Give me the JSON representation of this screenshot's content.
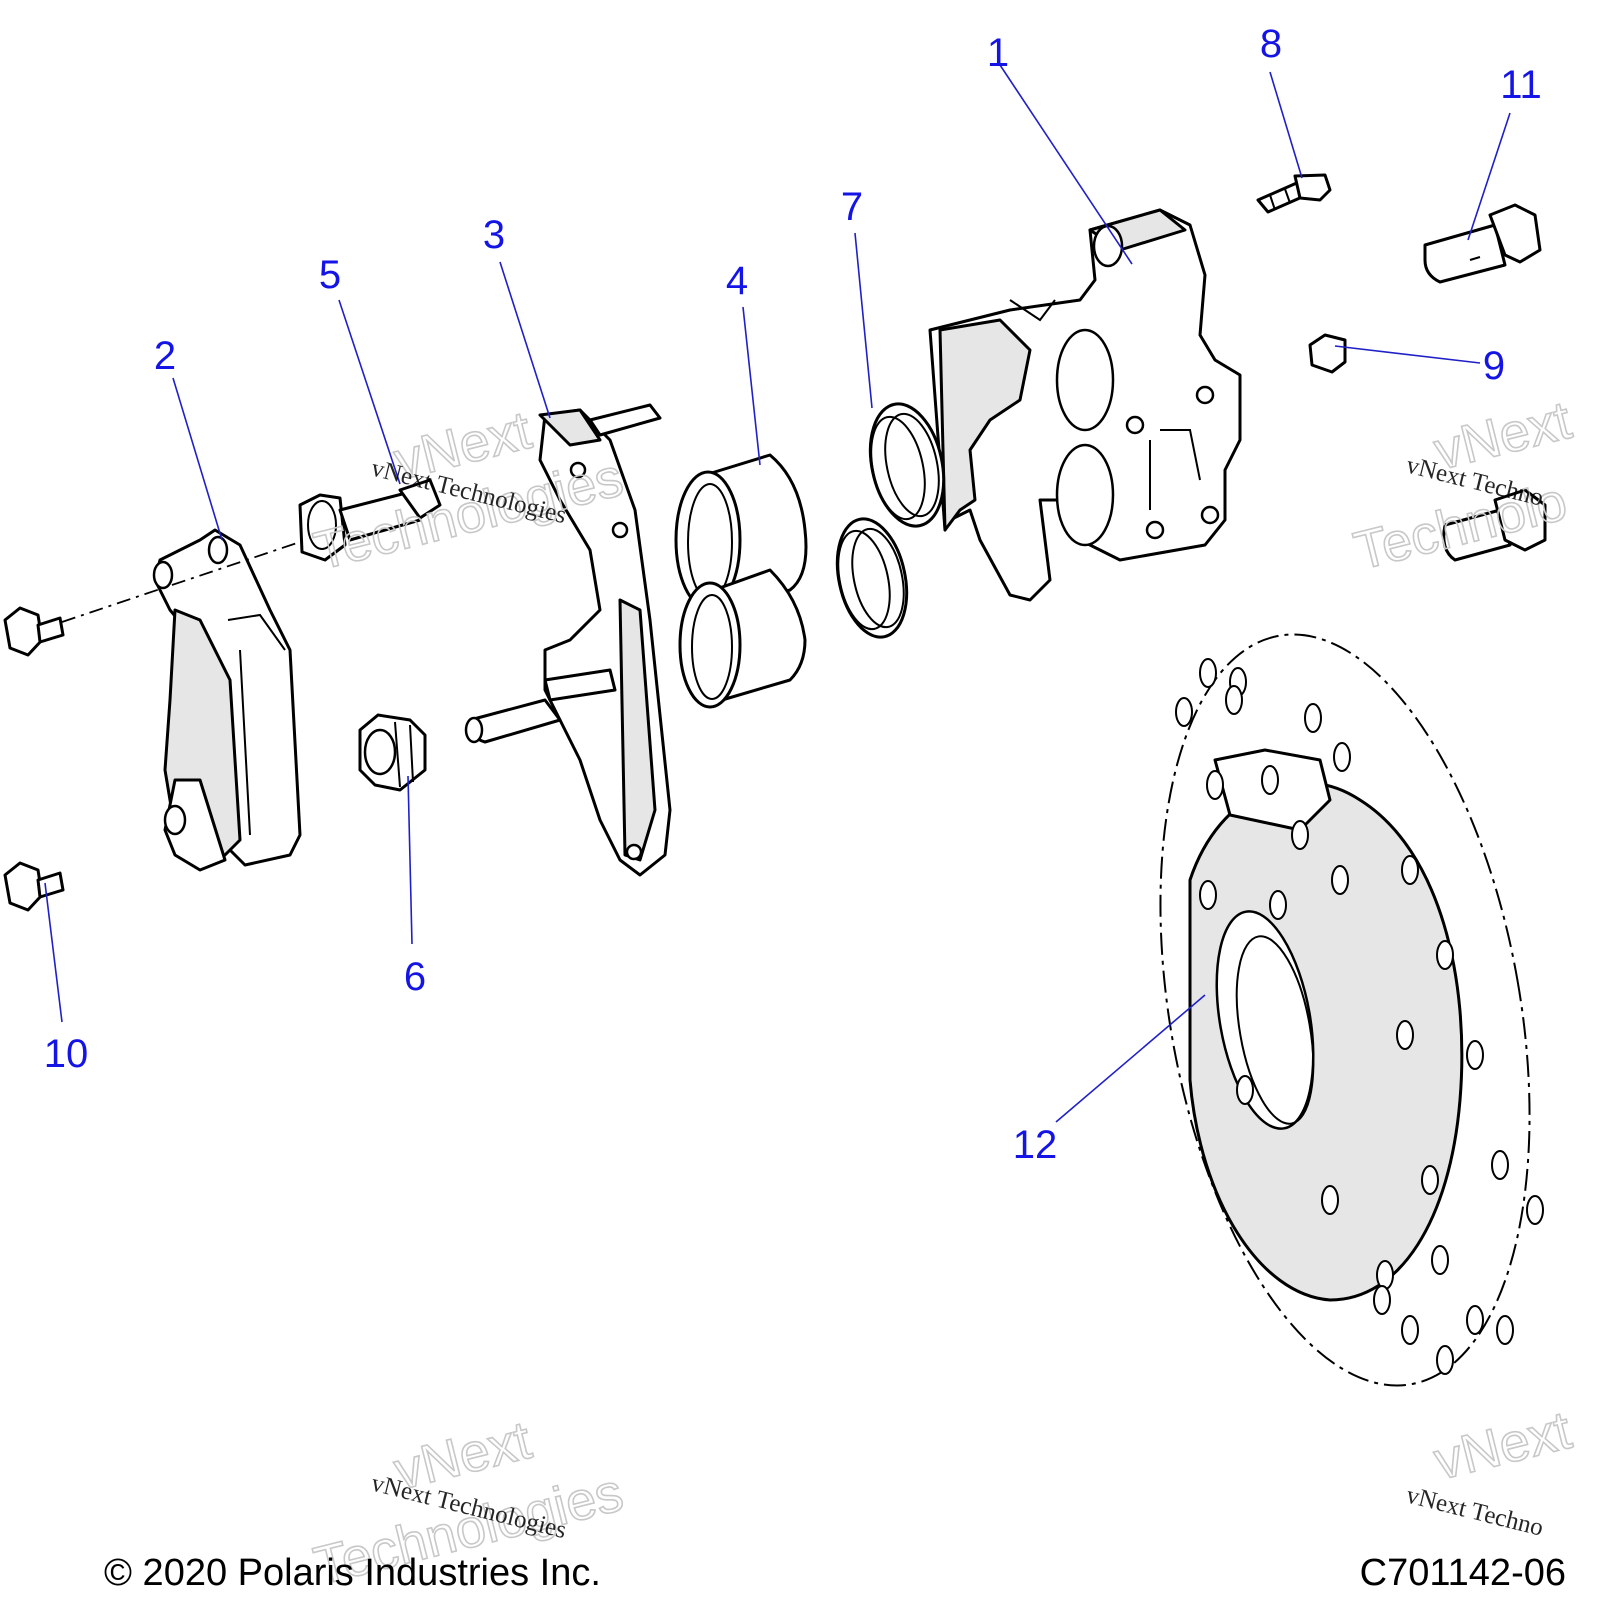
{
  "diagram": {
    "callouts": [
      {
        "id": "1",
        "label": "1"
      },
      {
        "id": "2",
        "label": "2"
      },
      {
        "id": "3",
        "label": "3"
      },
      {
        "id": "4",
        "label": "4"
      },
      {
        "id": "5",
        "label": "5"
      },
      {
        "id": "6",
        "label": "6"
      },
      {
        "id": "7",
        "label": "7"
      },
      {
        "id": "8",
        "label": "8"
      },
      {
        "id": "9",
        "label": "9"
      },
      {
        "id": "10",
        "label": "10"
      },
      {
        "id": "11",
        "label": "11"
      },
      {
        "id": "12",
        "label": "12"
      }
    ],
    "watermark": {
      "line": "vNext Technologies",
      "big_top": "vNext",
      "big_bottom": "Technologies",
      "right_line": "vNext Techno",
      "right_big_bottom": "Technolo"
    },
    "copyright": "© 2020 Polaris Industries Inc.",
    "drawing_code": "C701142-06",
    "colors": {
      "callout": "#1414e6",
      "leader": "#2020c8",
      "line_art": "#000000",
      "background": "#ffffff"
    }
  }
}
